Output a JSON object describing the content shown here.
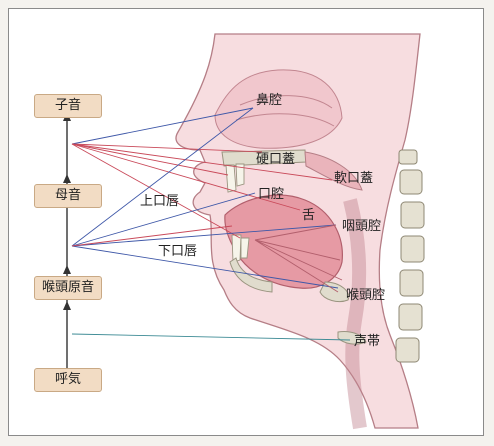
{
  "stages": {
    "consonant": "子音",
    "vowel": "母音",
    "glottal": "喉頭原音",
    "exhale": "呼気"
  },
  "labels": {
    "nasal_cavity": "鼻腔",
    "hard_palate": "硬口蓋",
    "soft_palate": "軟口蓋",
    "upper_lip": "上口唇",
    "oral_cavity": "口腔",
    "tongue": "舌",
    "pharynx": "咽頭腔",
    "lower_lip": "下口唇",
    "larynx": "喉頭腔",
    "vocal_cords": "声帯"
  },
  "colors": {
    "skin": "#f7dde0",
    "skin_dark": "#e8b3b8",
    "bone": "#d9d6c8",
    "line_red": "#c94a5a",
    "line_blue": "#3f58a8",
    "line_teal": "#3c8a94",
    "box_fill": "#f2dcc4"
  }
}
